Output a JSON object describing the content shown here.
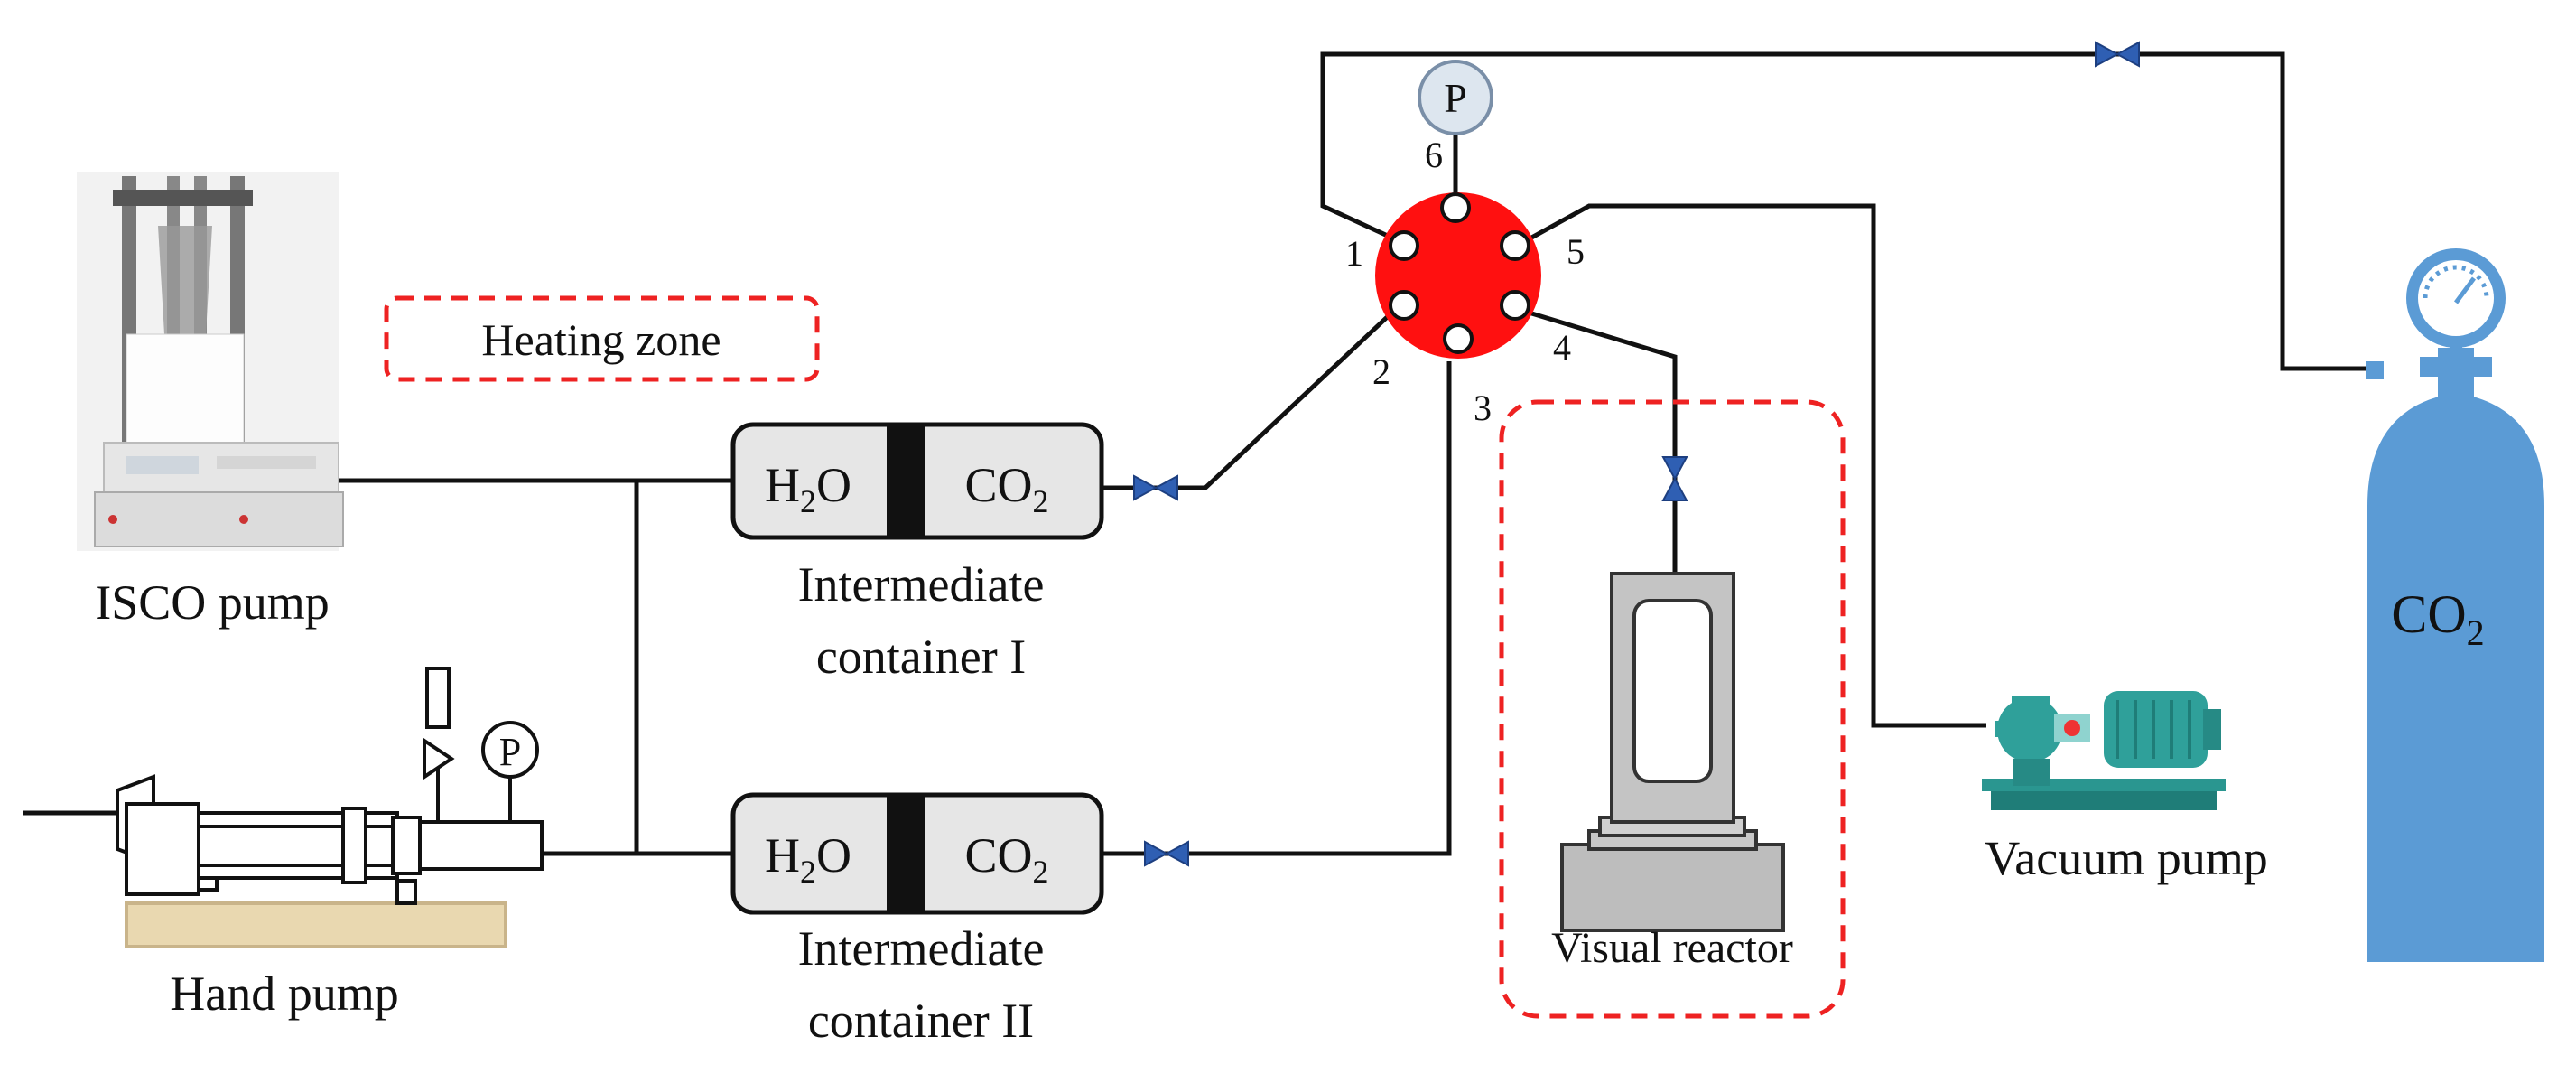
{
  "labels": {
    "heating_zone": "Heating zone",
    "isco_pump": "ISCO pump",
    "hand_pump": "Hand pump",
    "vacuum_pump": "Vacuum pump",
    "visual_reactor": "Visual reactor",
    "container1_line1": "Intermediate",
    "container1_line2": "container I",
    "container2_line1": "Intermediate",
    "container2_line2": "container II",
    "h2o": "H",
    "h2o_sub": "2",
    "h2o_tail": "O",
    "co2": "CO",
    "co2_sub": "2",
    "gauge_p": "P",
    "cylinder_co2": "CO",
    "cylinder_co2_sub": "2"
  },
  "ports": [
    "1",
    "2",
    "3",
    "4",
    "5",
    "6"
  ],
  "colors": {
    "line": "#111111",
    "valve": "#2f5fb3",
    "manifold": "#ff1010",
    "container_fill": "#e6e6e6",
    "cylinder": "#5b9bd5",
    "vacuum_pump": "#2fa09a",
    "dashed_box": "#ee2222",
    "reactor": "#bdbdbd"
  },
  "icons": {
    "isco_pump": "isco-pump-icon",
    "hand_pump": "hand-pump-icon",
    "vacuum_pump": "vacuum-pump-icon",
    "co2_cylinder": "gas-cylinder-icon",
    "pressure_gauge": "pressure-gauge-icon",
    "valve": "valve-icon",
    "reactor": "visual-reactor-icon"
  }
}
